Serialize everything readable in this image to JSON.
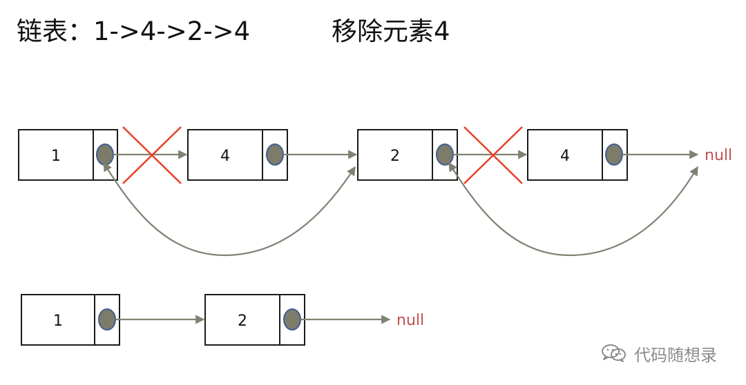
{
  "title_left": "链表：1->4->2->4",
  "title_right": "移除元素4",
  "watermark_text": "代码随想录",
  "watermark_icon": "wechat-icon",
  "colors": {
    "box_stroke": "#1a1a1a",
    "pointer_fill": "#7d7b69",
    "pointer_stroke": "#3f5f93",
    "arrow": "#7f8272",
    "cross": "#e8432a",
    "null_text": "#c0504d",
    "watermark": "#8a8a8a"
  },
  "before_list": {
    "nodes": [
      "1",
      "4",
      "2",
      "4"
    ],
    "null_label": "null",
    "removed_node_indices": [
      1,
      3
    ]
  },
  "after_list": {
    "nodes": [
      "1",
      "2"
    ],
    "null_label": "null"
  }
}
